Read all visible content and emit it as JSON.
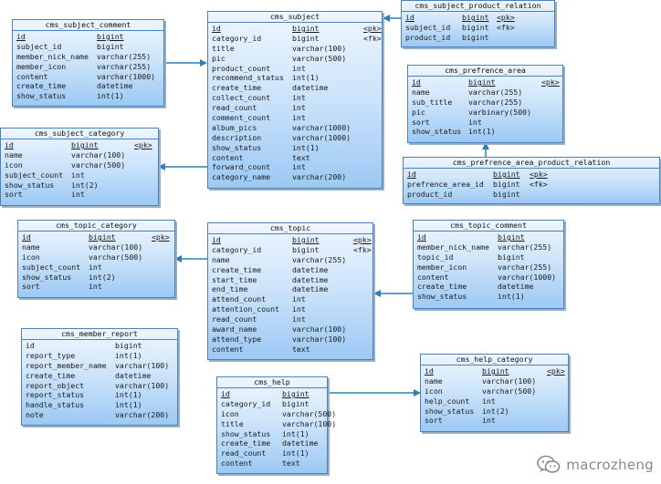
{
  "tables": [
    {
      "id": "cms_subject_comment",
      "name": "cms_subject_comment",
      "cols": [
        {
          "name": "id",
          "type": "bigint",
          "key": "",
          "pk": true
        },
        {
          "name": "subject_id",
          "type": "bigint",
          "key": ""
        },
        {
          "name": "member_nick_name",
          "type": "varchar(255)",
          "key": ""
        },
        {
          "name": "member_icon",
          "type": "varchar(255)",
          "key": ""
        },
        {
          "name": "content",
          "type": "varchar(1000)",
          "key": ""
        },
        {
          "name": "create_time",
          "type": "datetime",
          "key": ""
        },
        {
          "name": "show_status",
          "type": "int(1)",
          "key": ""
        }
      ]
    },
    {
      "id": "cms_subject",
      "name": "cms_subject",
      "cols": [
        {
          "name": "id",
          "type": "bigint",
          "key": "<pk>",
          "pk": true
        },
        {
          "name": "category_id",
          "type": "bigint",
          "key": "<fk>"
        },
        {
          "name": "title",
          "type": "varchar(100)",
          "key": ""
        },
        {
          "name": "pic",
          "type": "varchar(500)",
          "key": ""
        },
        {
          "name": "product_count",
          "type": "int",
          "key": ""
        },
        {
          "name": "recommend_status",
          "type": "int(1)",
          "key": ""
        },
        {
          "name": "create_time",
          "type": "datetime",
          "key": ""
        },
        {
          "name": "collect_count",
          "type": "int",
          "key": ""
        },
        {
          "name": "read_count",
          "type": "int",
          "key": ""
        },
        {
          "name": "comment_count",
          "type": "int",
          "key": ""
        },
        {
          "name": "album_pics",
          "type": "varchar(1000)",
          "key": ""
        },
        {
          "name": "description",
          "type": "varchar(1000)",
          "key": ""
        },
        {
          "name": "show_status",
          "type": "int(1)",
          "key": ""
        },
        {
          "name": "content",
          "type": "text",
          "key": ""
        },
        {
          "name": "forward_count",
          "type": "int",
          "key": ""
        },
        {
          "name": "category_name",
          "type": "varchar(200)",
          "key": ""
        }
      ]
    },
    {
      "id": "cms_subject_product_relation",
      "name": "cms_subject_product_relation",
      "cols": [
        {
          "name": "id",
          "type": "bigint",
          "key": "<pk>",
          "pk": true
        },
        {
          "name": "subject_id",
          "type": "bigint",
          "key": "<fk>"
        },
        {
          "name": "product_id",
          "type": "bigint",
          "key": ""
        }
      ]
    },
    {
      "id": "cms_prefrence_area",
      "name": "cms_prefrence_area",
      "cols": [
        {
          "name": "id",
          "type": "bigint",
          "key": "<pk>",
          "pk": true
        },
        {
          "name": "name",
          "type": "varchar(255)",
          "key": ""
        },
        {
          "name": "sub_title",
          "type": "varchar(255)",
          "key": ""
        },
        {
          "name": "pic",
          "type": "varbinary(500)",
          "key": ""
        },
        {
          "name": "sort",
          "type": "int",
          "key": ""
        },
        {
          "name": "show_status",
          "type": "int(1)",
          "key": ""
        }
      ]
    },
    {
      "id": "cms_prefrence_area_product_relation",
      "name": "cms_prefrence_area_product_relation",
      "cols": [
        {
          "name": "id",
          "type": "bigint",
          "key": "<pk>",
          "pk": true
        },
        {
          "name": "prefrence_area_id",
          "type": "bigint",
          "key": "<fk>"
        },
        {
          "name": "product_id",
          "type": "bigint",
          "key": ""
        }
      ]
    },
    {
      "id": "cms_subject_category",
      "name": "cms_subject_category",
      "cols": [
        {
          "name": "id",
          "type": "bigint",
          "key": "<pk>",
          "pk": true
        },
        {
          "name": "name",
          "type": "varchar(100)",
          "key": ""
        },
        {
          "name": "icon",
          "type": "varchar(500)",
          "key": ""
        },
        {
          "name": "subject_count",
          "type": "int",
          "key": ""
        },
        {
          "name": "show_status",
          "type": "int(2)",
          "key": ""
        },
        {
          "name": "sort",
          "type": "int",
          "key": ""
        }
      ]
    },
    {
      "id": "cms_topic_category",
      "name": "cms_topic_category",
      "cols": [
        {
          "name": "id",
          "type": "bigint",
          "key": "<pk>",
          "pk": true
        },
        {
          "name": "name",
          "type": "varchar(100)",
          "key": ""
        },
        {
          "name": "icon",
          "type": "varchar(500)",
          "key": ""
        },
        {
          "name": "subject_count",
          "type": "int",
          "key": ""
        },
        {
          "name": "show_status",
          "type": "int(2)",
          "key": ""
        },
        {
          "name": "sort",
          "type": "int",
          "key": ""
        }
      ]
    },
    {
      "id": "cms_topic",
      "name": "cms_topic",
      "cols": [
        {
          "name": "id",
          "type": "bigint",
          "key": "<pk>",
          "pk": true
        },
        {
          "name": "category_id",
          "type": "bigint",
          "key": "<fk>"
        },
        {
          "name": "name",
          "type": "varchar(255)",
          "key": ""
        },
        {
          "name": "create_time",
          "type": "datetime",
          "key": ""
        },
        {
          "name": "start_time",
          "type": "datetime",
          "key": ""
        },
        {
          "name": "end_time",
          "type": "datetime",
          "key": ""
        },
        {
          "name": "attend_count",
          "type": "int",
          "key": ""
        },
        {
          "name": "attention_count",
          "type": "int",
          "key": ""
        },
        {
          "name": "read_count",
          "type": "int",
          "key": ""
        },
        {
          "name": "award_name",
          "type": "varchar(100)",
          "key": ""
        },
        {
          "name": "attend_type",
          "type": "varchar(100)",
          "key": ""
        },
        {
          "name": "content",
          "type": "text",
          "key": ""
        }
      ]
    },
    {
      "id": "cms_topic_comment",
      "name": "cms_topic_comment",
      "cols": [
        {
          "name": "id",
          "type": "bigint",
          "key": "",
          "pk": true
        },
        {
          "name": "member_nick_name",
          "type": "varchar(255)",
          "key": ""
        },
        {
          "name": "topic_id",
          "type": "bigint",
          "key": ""
        },
        {
          "name": "member_icon",
          "type": "varchar(255)",
          "key": ""
        },
        {
          "name": "content",
          "type": "varchar(1000)",
          "key": ""
        },
        {
          "name": "create_time",
          "type": "datetime",
          "key": ""
        },
        {
          "name": "show_status",
          "type": "int(1)",
          "key": ""
        }
      ]
    },
    {
      "id": "cms_member_report",
      "name": "cms_member_report",
      "cols": [
        {
          "name": "id",
          "type": "bigint",
          "key": ""
        },
        {
          "name": "report_type",
          "type": "int(1)",
          "key": ""
        },
        {
          "name": "report_member_name",
          "type": "varchar(100)",
          "key": ""
        },
        {
          "name": "create_time",
          "type": "datetime",
          "key": ""
        },
        {
          "name": "report_object",
          "type": "varchar(100)",
          "key": ""
        },
        {
          "name": "report_status",
          "type": "int(1)",
          "key": ""
        },
        {
          "name": "handle_status",
          "type": "int(1)",
          "key": ""
        },
        {
          "name": "note",
          "type": "varchar(200)",
          "key": ""
        }
      ]
    },
    {
      "id": "cms_help",
      "name": "cms_help",
      "cols": [
        {
          "name": "id",
          "type": "bigint",
          "key": "",
          "pk": true
        },
        {
          "name": "category_id",
          "type": "bigint",
          "key": ""
        },
        {
          "name": "icon",
          "type": "varchar(500)",
          "key": ""
        },
        {
          "name": "title",
          "type": "varchar(100)",
          "key": ""
        },
        {
          "name": "show_status",
          "type": "int(1)",
          "key": ""
        },
        {
          "name": "create_time",
          "type": "datetime",
          "key": ""
        },
        {
          "name": "read_count",
          "type": "int(1)",
          "key": ""
        },
        {
          "name": "content",
          "type": "text",
          "key": ""
        }
      ]
    },
    {
      "id": "cms_help_category",
      "name": "cms_help_category",
      "cols": [
        {
          "name": "id",
          "type": "bigint",
          "key": "<pk>",
          "pk": true
        },
        {
          "name": "name",
          "type": "varchar(100)",
          "key": ""
        },
        {
          "name": "icon",
          "type": "varchar(500)",
          "key": ""
        },
        {
          "name": "help_count",
          "type": "int",
          "key": ""
        },
        {
          "name": "show_status",
          "type": "int(2)",
          "key": ""
        },
        {
          "name": "sort",
          "type": "int",
          "key": ""
        }
      ]
    }
  ],
  "relations": [
    {
      "from": "cms_subject_comment",
      "to": "cms_subject"
    },
    {
      "from": "cms_subject_product_relation",
      "to": "cms_subject"
    },
    {
      "from": "cms_subject",
      "to": "cms_subject_category"
    },
    {
      "from": "cms_prefrence_area_product_relation",
      "to": "cms_prefrence_area"
    },
    {
      "from": "cms_topic",
      "to": "cms_topic_category"
    },
    {
      "from": "cms_topic_comment",
      "to": "cms_topic"
    },
    {
      "from": "cms_help",
      "to": "cms_help_category"
    }
  ],
  "colors": {
    "table_border": "#4d82b8",
    "table_top": "#eef6fe",
    "table_bottom": "#9cc9f4",
    "connector": "#2f7fb4"
  },
  "watermark": {
    "icon": "wechat-icon",
    "text": "macrozheng"
  }
}
